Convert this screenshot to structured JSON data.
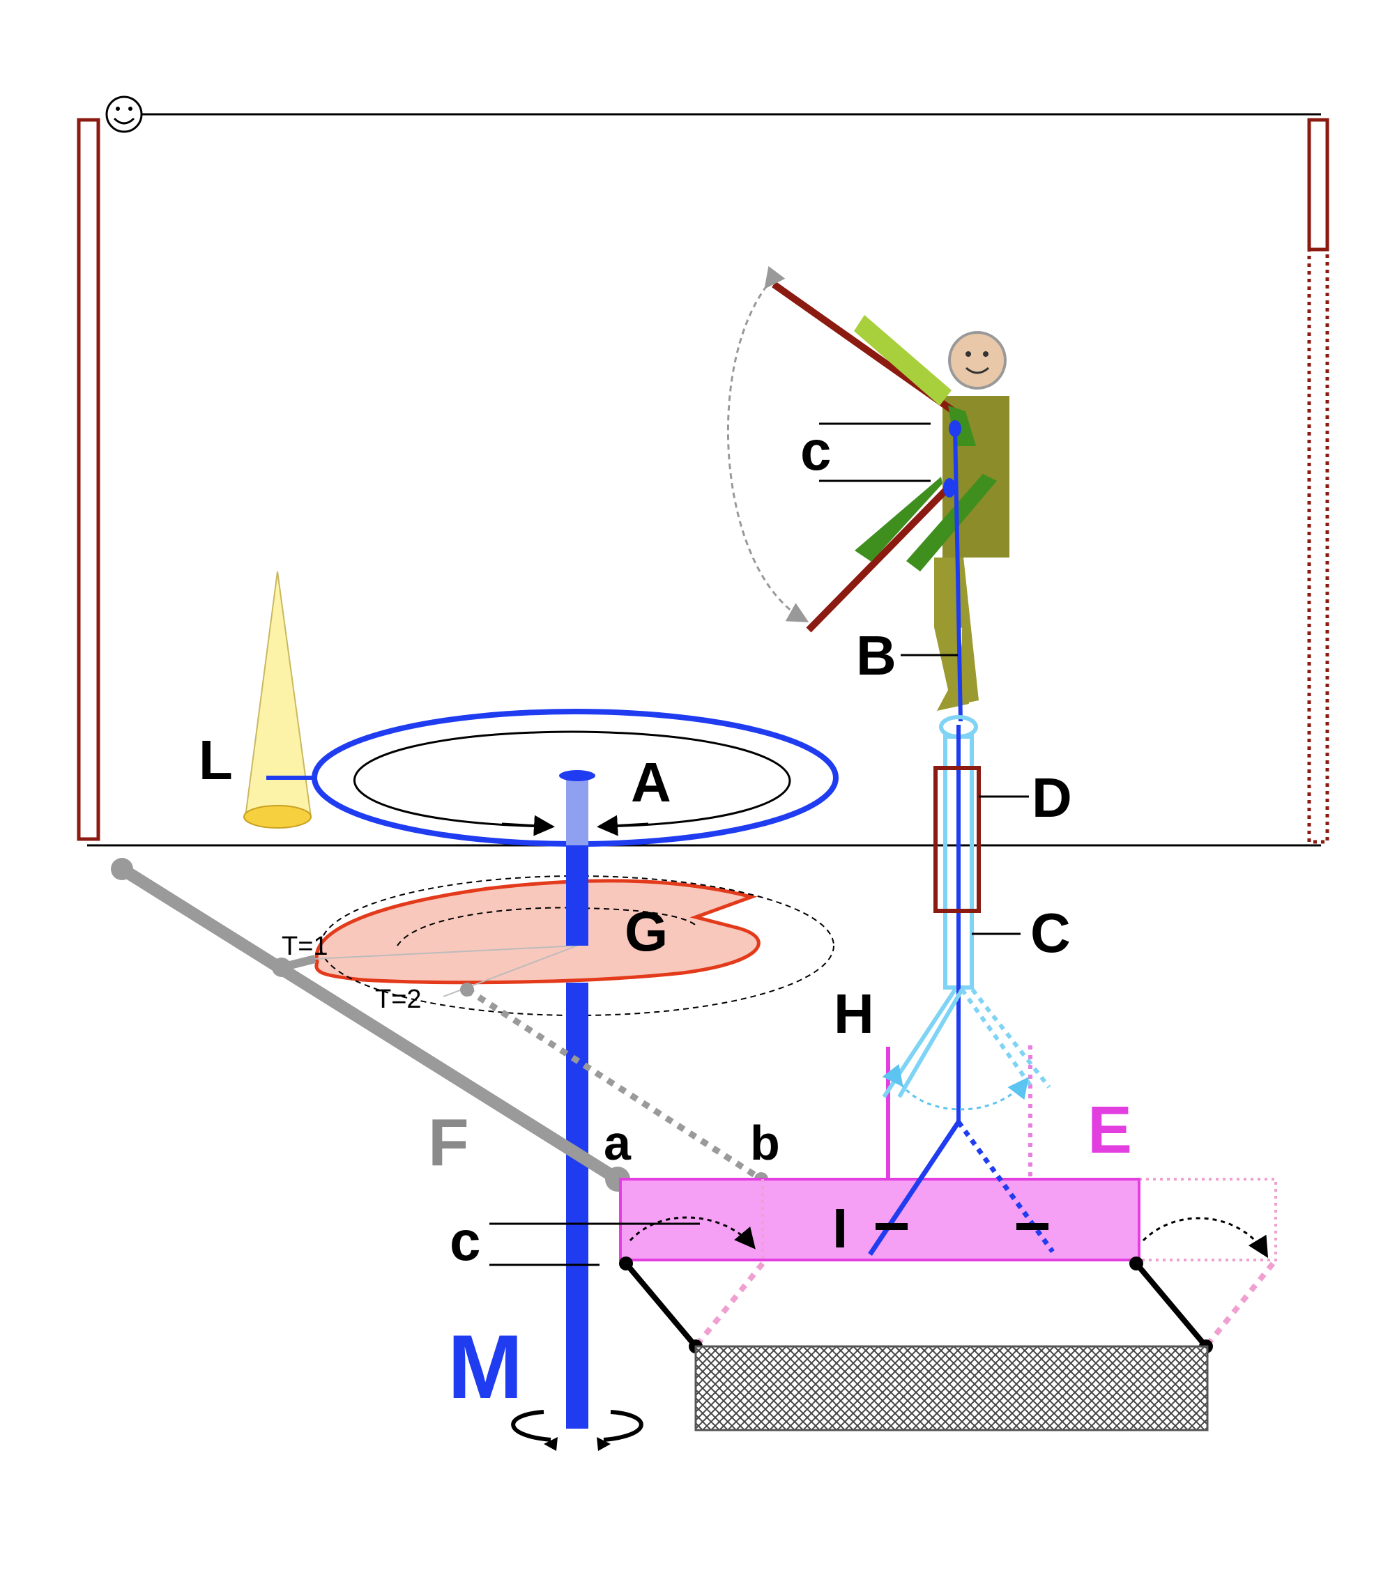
{
  "colors": {
    "frame": "#000000",
    "post": "#8b1a10",
    "shaft_blue": "#1f3cf0",
    "shaft_light": "#8fa0f0",
    "ring_blue": "#1f3cf0",
    "cam_fill": "#f9c8bc",
    "cam_stroke": "#e23a1a",
    "lever_gray": "#9a9a9a",
    "platform_fill": "#f5a0f5",
    "platform_stroke": "#e23ee0",
    "cable_light": "#7fd3f5",
    "shirt": "#8c8c2a",
    "arm_light": "#a8d03c",
    "arm_dark": "#3e8f1e",
    "skin": "#e8c8a8",
    "cone": "#fdf3a8",
    "cone_base": "#f7d040"
  },
  "icons": {
    "corner": "smiley-icon",
    "head": "face-icon",
    "rotation": "rotation-arrows-icon"
  },
  "labels": {
    "A": "A",
    "B": "B",
    "C": "C",
    "D": "D",
    "E": "E",
    "F": "F",
    "G": "G",
    "H": "H",
    "I": "I",
    "L": "L",
    "M": "M",
    "a": "a",
    "b": "b",
    "c_upper": "c",
    "c_lower": "c",
    "t1": "T=1",
    "t2": "T=2"
  }
}
